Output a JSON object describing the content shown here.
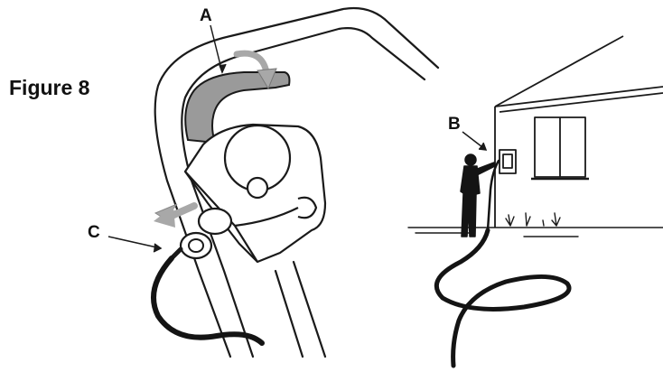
{
  "figure": {
    "title": "Figure 8",
    "callouts": [
      {
        "id": "A",
        "label": "A"
      },
      {
        "id": "B",
        "label": "B"
      },
      {
        "id": "C",
        "label": "C"
      }
    ]
  },
  "colors": {
    "line": "#1a1a1a",
    "gray_part": "#9a9a9a",
    "arrow_gray": "#a8a8a8",
    "cord": "#141414",
    "background": "#ffffff"
  }
}
